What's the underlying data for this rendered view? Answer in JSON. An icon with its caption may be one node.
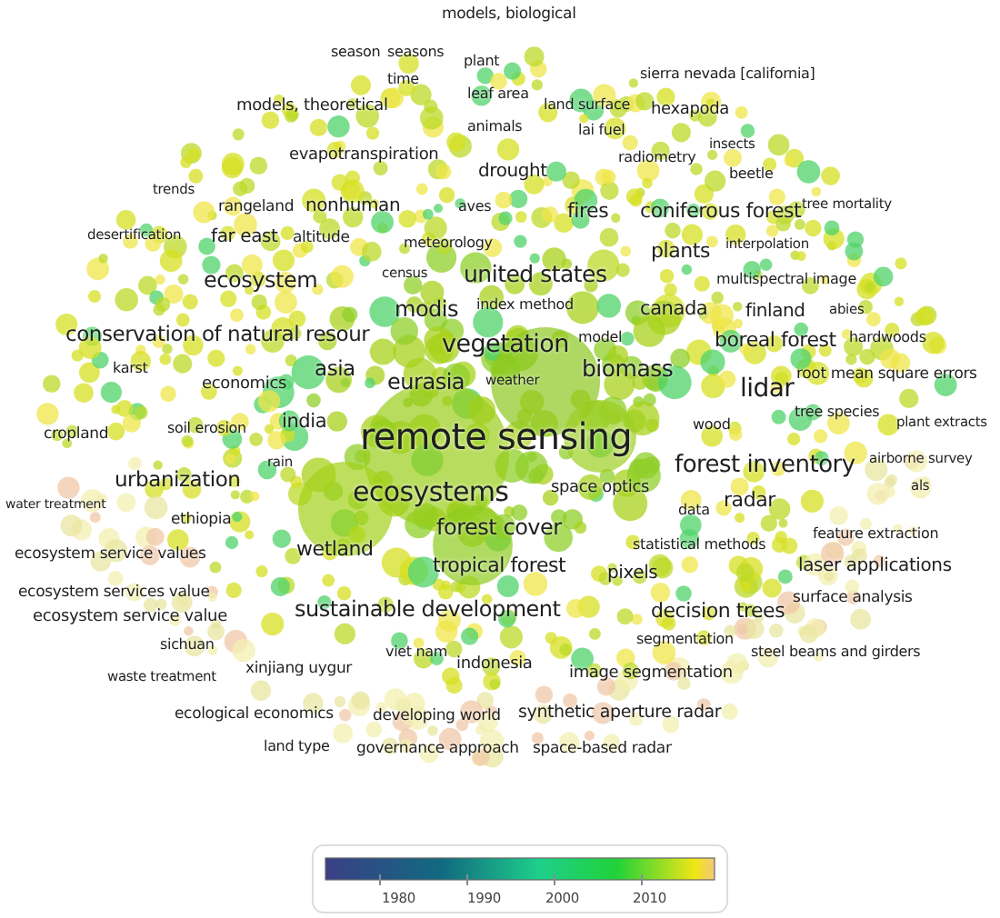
{
  "diagram": {
    "labels": [
      "models, biological",
      "season",
      "seasons",
      "plant",
      "time",
      "sierra nevada [california]",
      "models, theoretical",
      "leaf area",
      "land surface",
      "hexapoda",
      "animals",
      "lai fuel",
      "insects",
      "evapotranspiration",
      "radiometry",
      "drought",
      "beetle",
      "trends",
      "rangeland",
      "nonhuman",
      "aves",
      "fires",
      "coniferous forest",
      "tree mortality",
      "desertification",
      "far east",
      "altitude",
      "meteorology",
      "plants",
      "interpolation",
      "census",
      "united states",
      "ecosystem",
      "multispectral image",
      "modis",
      "index method",
      "canada",
      "finland",
      "abies",
      "conservation of natural resour",
      "vegetation",
      "model",
      "boreal forest",
      "hardwoods",
      "karst",
      "economics",
      "asia",
      "eurasia",
      "weather",
      "biomass",
      "root mean square errors",
      "lidar",
      "cropland",
      "soil erosion",
      "india",
      "remote sensing",
      "wood",
      "tree species",
      "plant extracts",
      "water treatment",
      "urbanization",
      "rain",
      "ecosystems",
      "space optics",
      "forest inventory",
      "airborne survey",
      "als",
      "ethiopia",
      "forest cover",
      "data",
      "radar",
      "feature extraction",
      "ecosystem service values",
      "wetland",
      "tropical forest",
      "statistical methods",
      "pixels",
      "laser applications",
      "ecosystem services value",
      "surface analysis",
      "ecosystem service value",
      "sustainable development",
      "decision trees",
      "sichuan",
      "viet nam",
      "segmentation",
      "steel beams and girders",
      "waste treatment",
      "xinjiang uygur",
      "indonesia",
      "image segmentation",
      "ecological economics",
      "developing world",
      "synthetic aperture radar",
      "land type",
      "governance approach",
      "space-based radar",
      "1980",
      "1990",
      "2000",
      "2010"
    ]
  }
}
